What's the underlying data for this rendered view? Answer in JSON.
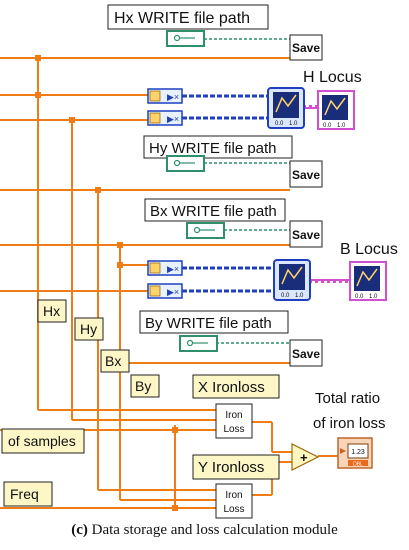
{
  "labels": {
    "hx_path": "Hx WRITE file path",
    "hy_path": "Hy WRITE file path",
    "bx_path": "Bx WRITE file path",
    "by_path": "By WRITE file path",
    "h_locus": "H Locus",
    "b_locus": "B Locus",
    "hx": "Hx",
    "hy": "Hy",
    "bx": "Bx",
    "by": "By",
    "x_ironloss": "X Ironloss",
    "y_ironloss": "Y Ironloss",
    "total_ratio_line1": "Total ratio",
    "total_ratio_line2": "of iron loss",
    "samples": "of samples",
    "freq": "Freq",
    "save": "Save",
    "iron": "Iron",
    "loss": "Loss",
    "plus": "+",
    "numeric": "1.23",
    "dbl": "DBL",
    "graph_axis_min": "0.0",
    "graph_axis_max": "1.0"
  },
  "caption": {
    "tag": "(c)",
    "text": "Data storage and loss calculation module"
  },
  "colors": {
    "wire_orange": "#f07c16",
    "wire_blue": "#1f3fbf",
    "wire_pink": "#d24fd2",
    "label_bg": "#fdf6c6",
    "file_ref_green": "#2f8f6b",
    "graph_navy": "#1a2d7a"
  }
}
